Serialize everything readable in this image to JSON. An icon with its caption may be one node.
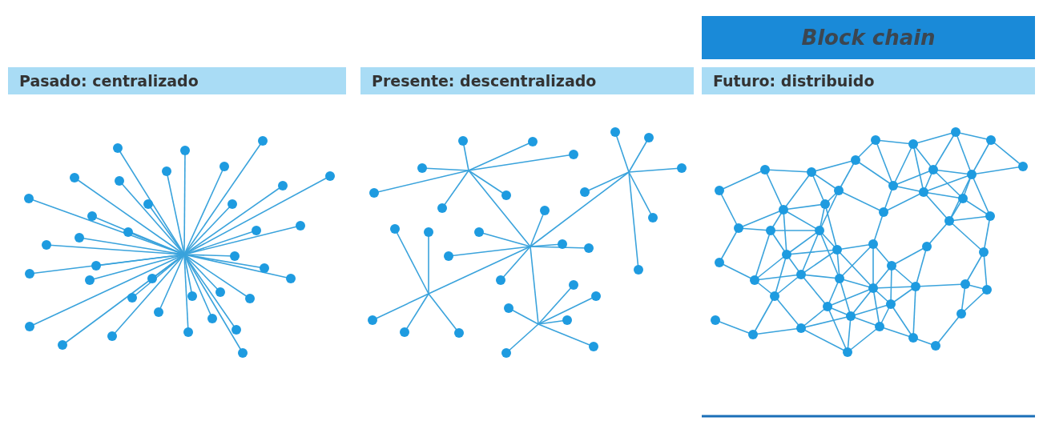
{
  "diagram": {
    "nodes": [
      {
        "text": [
          "Block chain"
        ]
      },
      {
        "text": [
          "Pasado: centralizado"
        ]
      },
      {
        "text": [
          "Presente: descentralizado"
        ]
      },
      {
        "text": [
          "Futuro: distribuido"
        ]
      }
    ],
    "edges": []
  }
}
